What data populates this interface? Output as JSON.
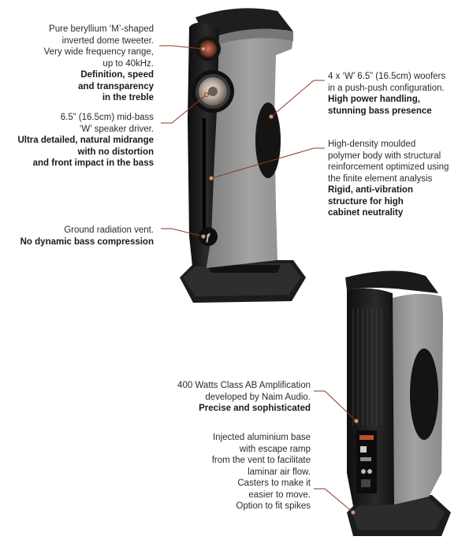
{
  "annotations": {
    "tweeter": {
      "lines": [
        "Pure beryllium ‘M’-shaped",
        "inverted dome tweeter.",
        "Very wide frequency range,",
        "up to 40kHz."
      ],
      "bold": [
        "Definition, speed",
        "and transparency",
        "in the treble"
      ]
    },
    "midbass": {
      "lines": [
        "6.5” (16.5cm) mid-bass",
        "‘W’ speaker driver."
      ],
      "bold": [
        "Ultra detailed, natural midrange",
        "with no distortion",
        "and front impact in the bass"
      ]
    },
    "vent": {
      "lines": [
        "Ground radiation vent."
      ],
      "bold": [
        "No dynamic bass compression"
      ]
    },
    "woofers": {
      "lines": [
        "4 x ‘W’ 6.5” (16.5cm) woofers",
        "in a push-push configuration."
      ],
      "bold": [
        "High power handling,",
        "stunning bass presence"
      ]
    },
    "body": {
      "lines": [
        "High-density moulded",
        "polymer body with structural",
        "reinforcement optimized using",
        "the finite element analysis"
      ],
      "bold": [
        "Rigid, anti-vibration",
        "structure for high",
        "cabinet neutrality"
      ]
    },
    "amp": {
      "lines": [
        "400 Watts Class AB Amplification",
        "developed by Naim Audio."
      ],
      "bold": [
        "Precise and sophisticated"
      ]
    },
    "base": {
      "lines": [
        "Injected aluminium base",
        "with escape ramp",
        "from the vent to facilitate",
        "laminar air flow.",
        "Casters to make it",
        "easier to move.",
        "Option to fit spikes"
      ],
      "bold": []
    }
  },
  "colors": {
    "leader": "#8a3a2a",
    "fabric": "#8c8c8c",
    "fabric_dark": "#6f6f6f",
    "body_black": "#1a1a1a"
  }
}
